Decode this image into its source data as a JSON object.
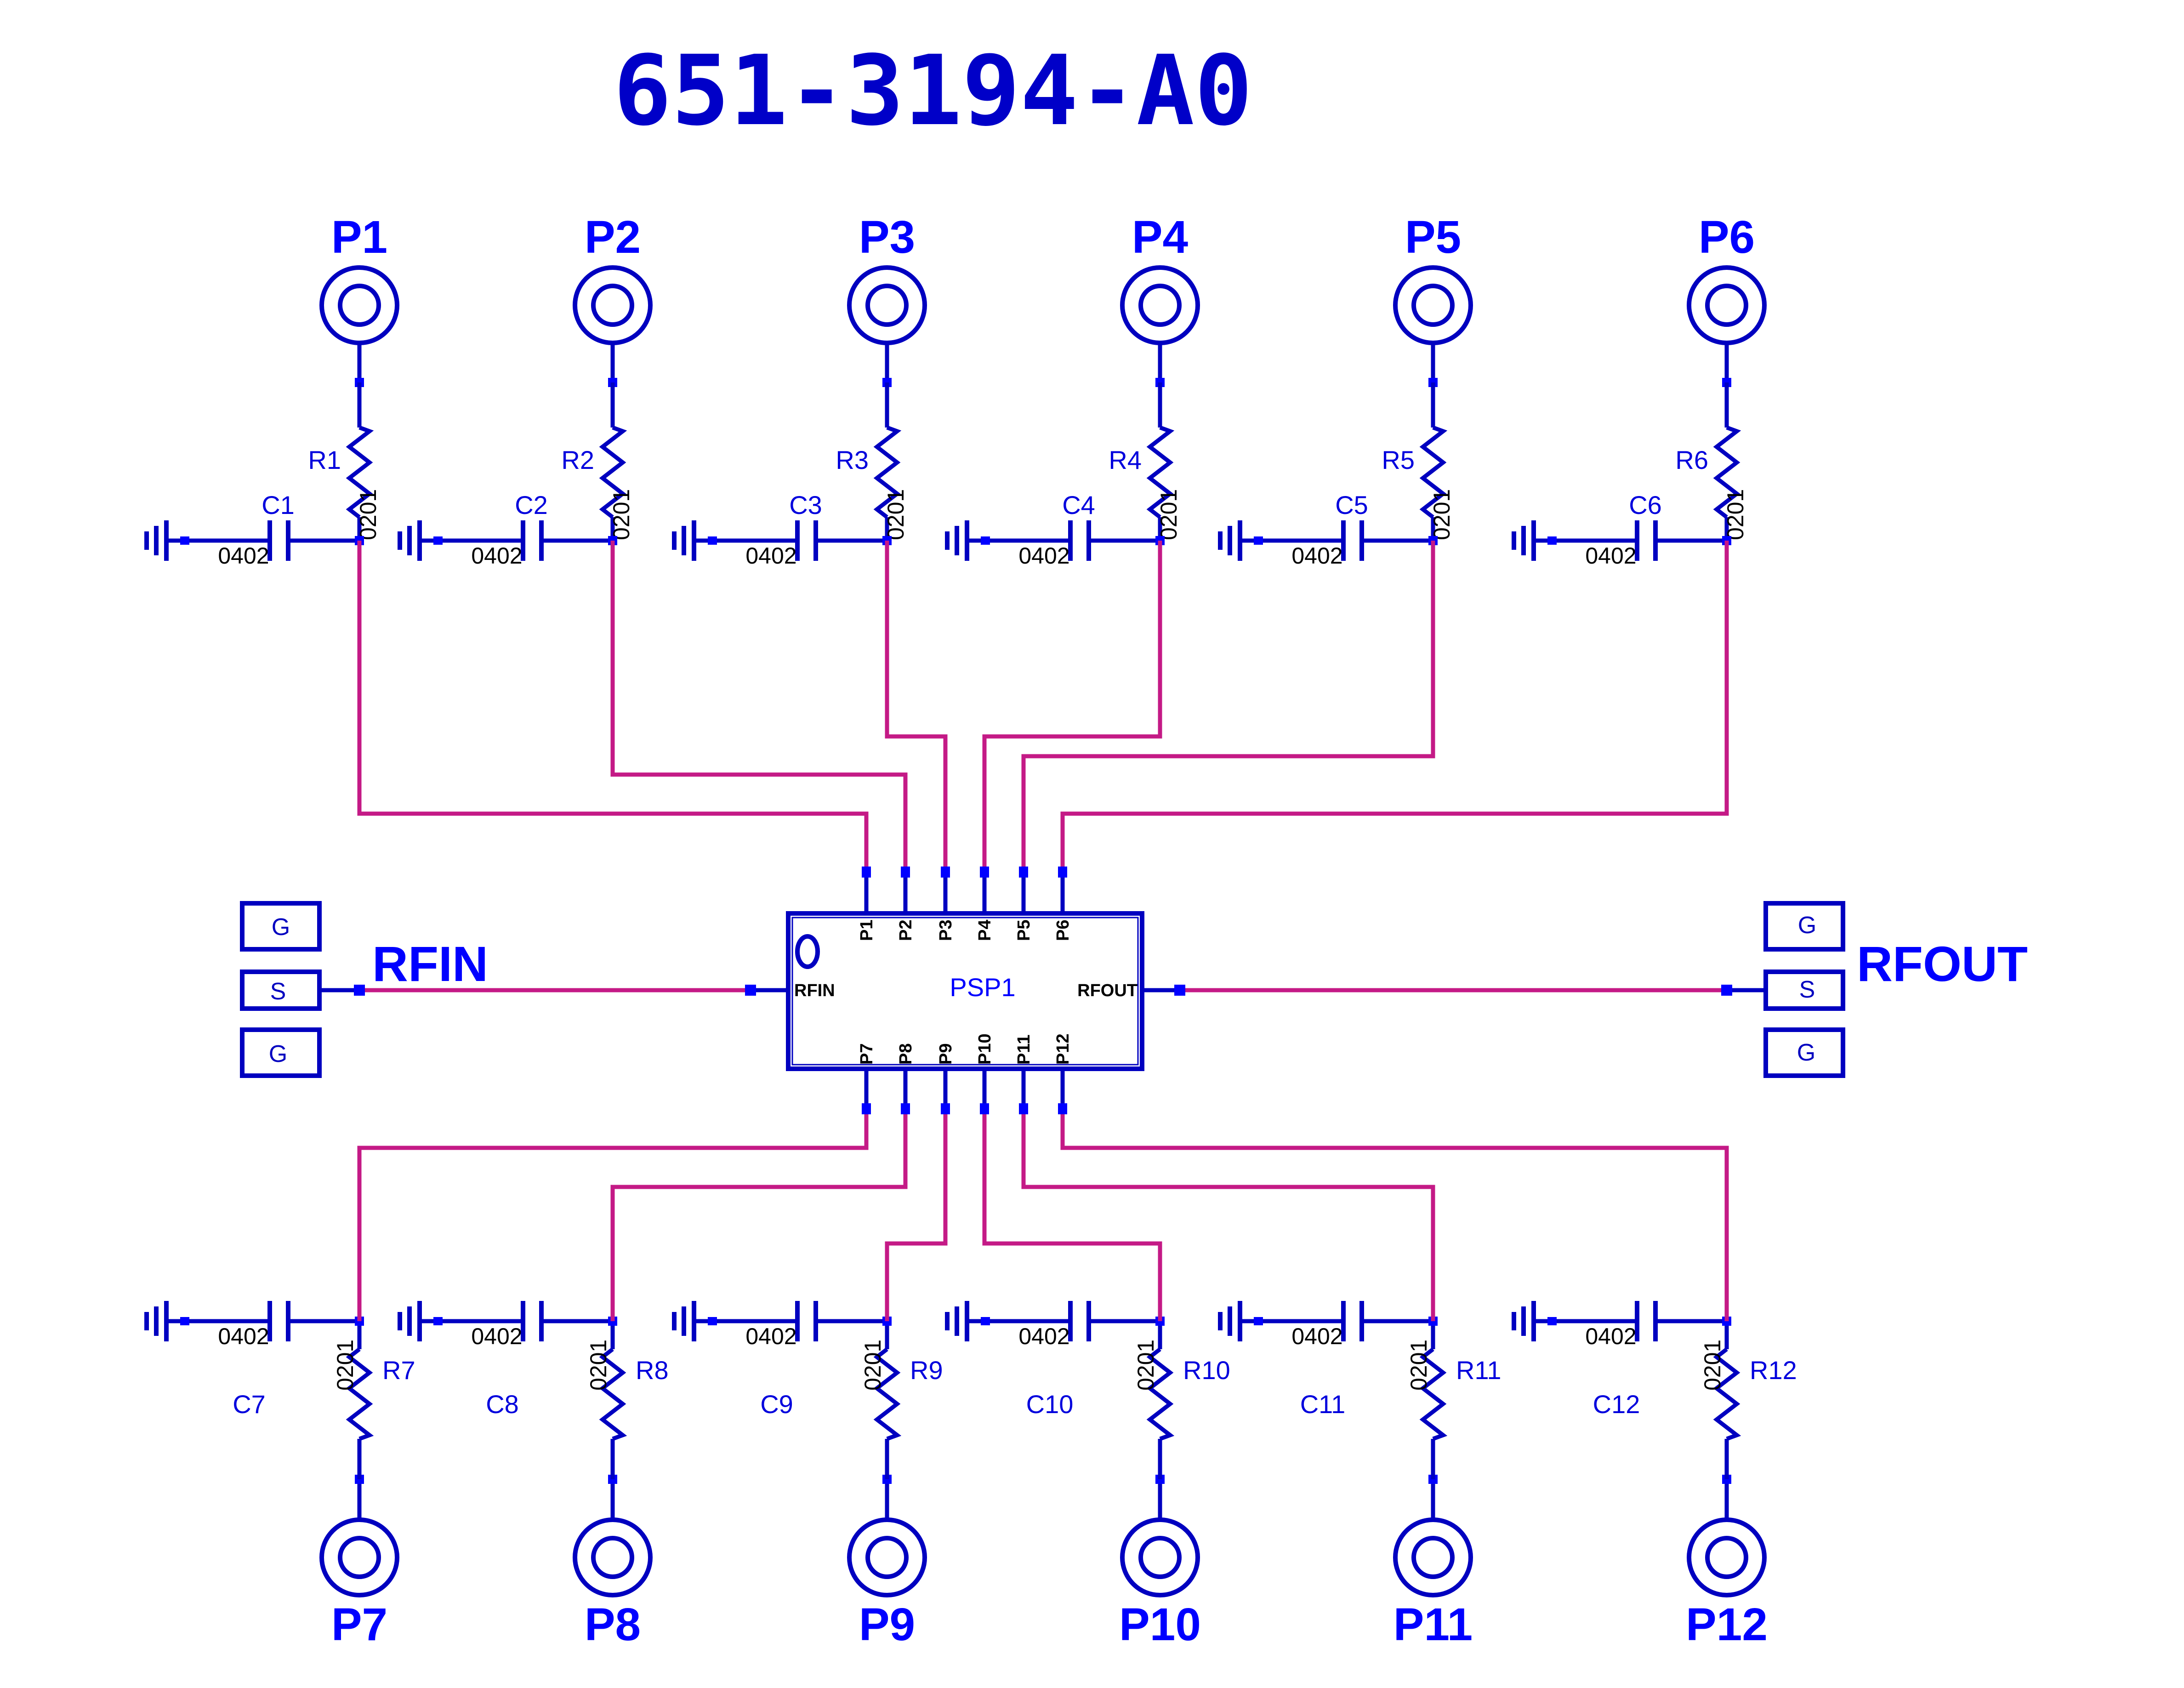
{
  "title": "651-3194-A0",
  "colors": {
    "symbol": "#0000c0",
    "net": "#c41a86",
    "label": "#0000ff",
    "title": "#0000c8",
    "package_text": "#000000"
  },
  "chip": {
    "ref": "PSP1",
    "rfin_pin": "RFIN",
    "rfout_pin": "RFOUT",
    "top_pins": [
      "P1",
      "P2",
      "P3",
      "P4",
      "P5",
      "P6"
    ],
    "bottom_pins": [
      "P7",
      "P8",
      "P9",
      "P10",
      "P11",
      "P12"
    ]
  },
  "rf_ports": {
    "input": {
      "label": "RFIN",
      "pads": [
        "G",
        "S",
        "G"
      ]
    },
    "output": {
      "label": "RFOUT",
      "pads": [
        "G",
        "S",
        "G"
      ]
    }
  },
  "top_branches": [
    {
      "port": "P1",
      "resistor": "R1",
      "resistor_pkg": "0201",
      "capacitor": "C1",
      "capacitor_pkg": "0402"
    },
    {
      "port": "P2",
      "resistor": "R2",
      "resistor_pkg": "0201",
      "capacitor": "C2",
      "capacitor_pkg": "0402"
    },
    {
      "port": "P3",
      "resistor": "R3",
      "resistor_pkg": "0201",
      "capacitor": "C3",
      "capacitor_pkg": "0402"
    },
    {
      "port": "P4",
      "resistor": "R4",
      "resistor_pkg": "0201",
      "capacitor": "C4",
      "capacitor_pkg": "0402"
    },
    {
      "port": "P5",
      "resistor": "R5",
      "resistor_pkg": "0201",
      "capacitor": "C5",
      "capacitor_pkg": "0402"
    },
    {
      "port": "P6",
      "resistor": "R6",
      "resistor_pkg": "0201",
      "capacitor": "C6",
      "capacitor_pkg": "0402"
    }
  ],
  "bottom_branches": [
    {
      "port": "P7",
      "resistor": "R7",
      "resistor_pkg": "0201",
      "capacitor": "C7",
      "capacitor_pkg": "0402"
    },
    {
      "port": "P8",
      "resistor": "R8",
      "resistor_pkg": "0201",
      "capacitor": "C8",
      "capacitor_pkg": "0402"
    },
    {
      "port": "P9",
      "resistor": "R9",
      "resistor_pkg": "0201",
      "capacitor": "C9",
      "capacitor_pkg": "0402"
    },
    {
      "port": "P10",
      "resistor": "R10",
      "resistor_pkg": "0201",
      "capacitor": "C10",
      "capacitor_pkg": "0402"
    },
    {
      "port": "P11",
      "resistor": "R11",
      "resistor_pkg": "0201",
      "capacitor": "C11",
      "capacitor_pkg": "0402"
    },
    {
      "port": "P12",
      "resistor": "R12",
      "resistor_pkg": "0201",
      "capacitor": "C12",
      "capacitor_pkg": "0402"
    }
  ]
}
